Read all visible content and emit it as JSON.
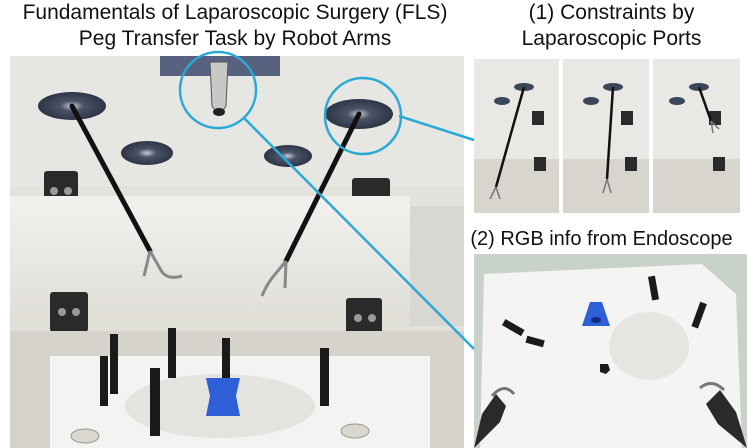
{
  "title_main": {
    "line1": "Fundamentals of Laparoscopic Surgery (FLS)",
    "line2": "Peg Transfer Task by Robot Arms"
  },
  "panel_ports": {
    "line1": "(1) Constraints by",
    "line2": "Laparoscopic Ports"
  },
  "panel_endoscope": {
    "label": "(2) RGB info from Endoscope"
  },
  "colors": {
    "callout": "#2aa9d6",
    "board": "#eceae6",
    "port": "#3c4659",
    "peg": "#1a1a1a",
    "block": "#2f5fd6"
  }
}
